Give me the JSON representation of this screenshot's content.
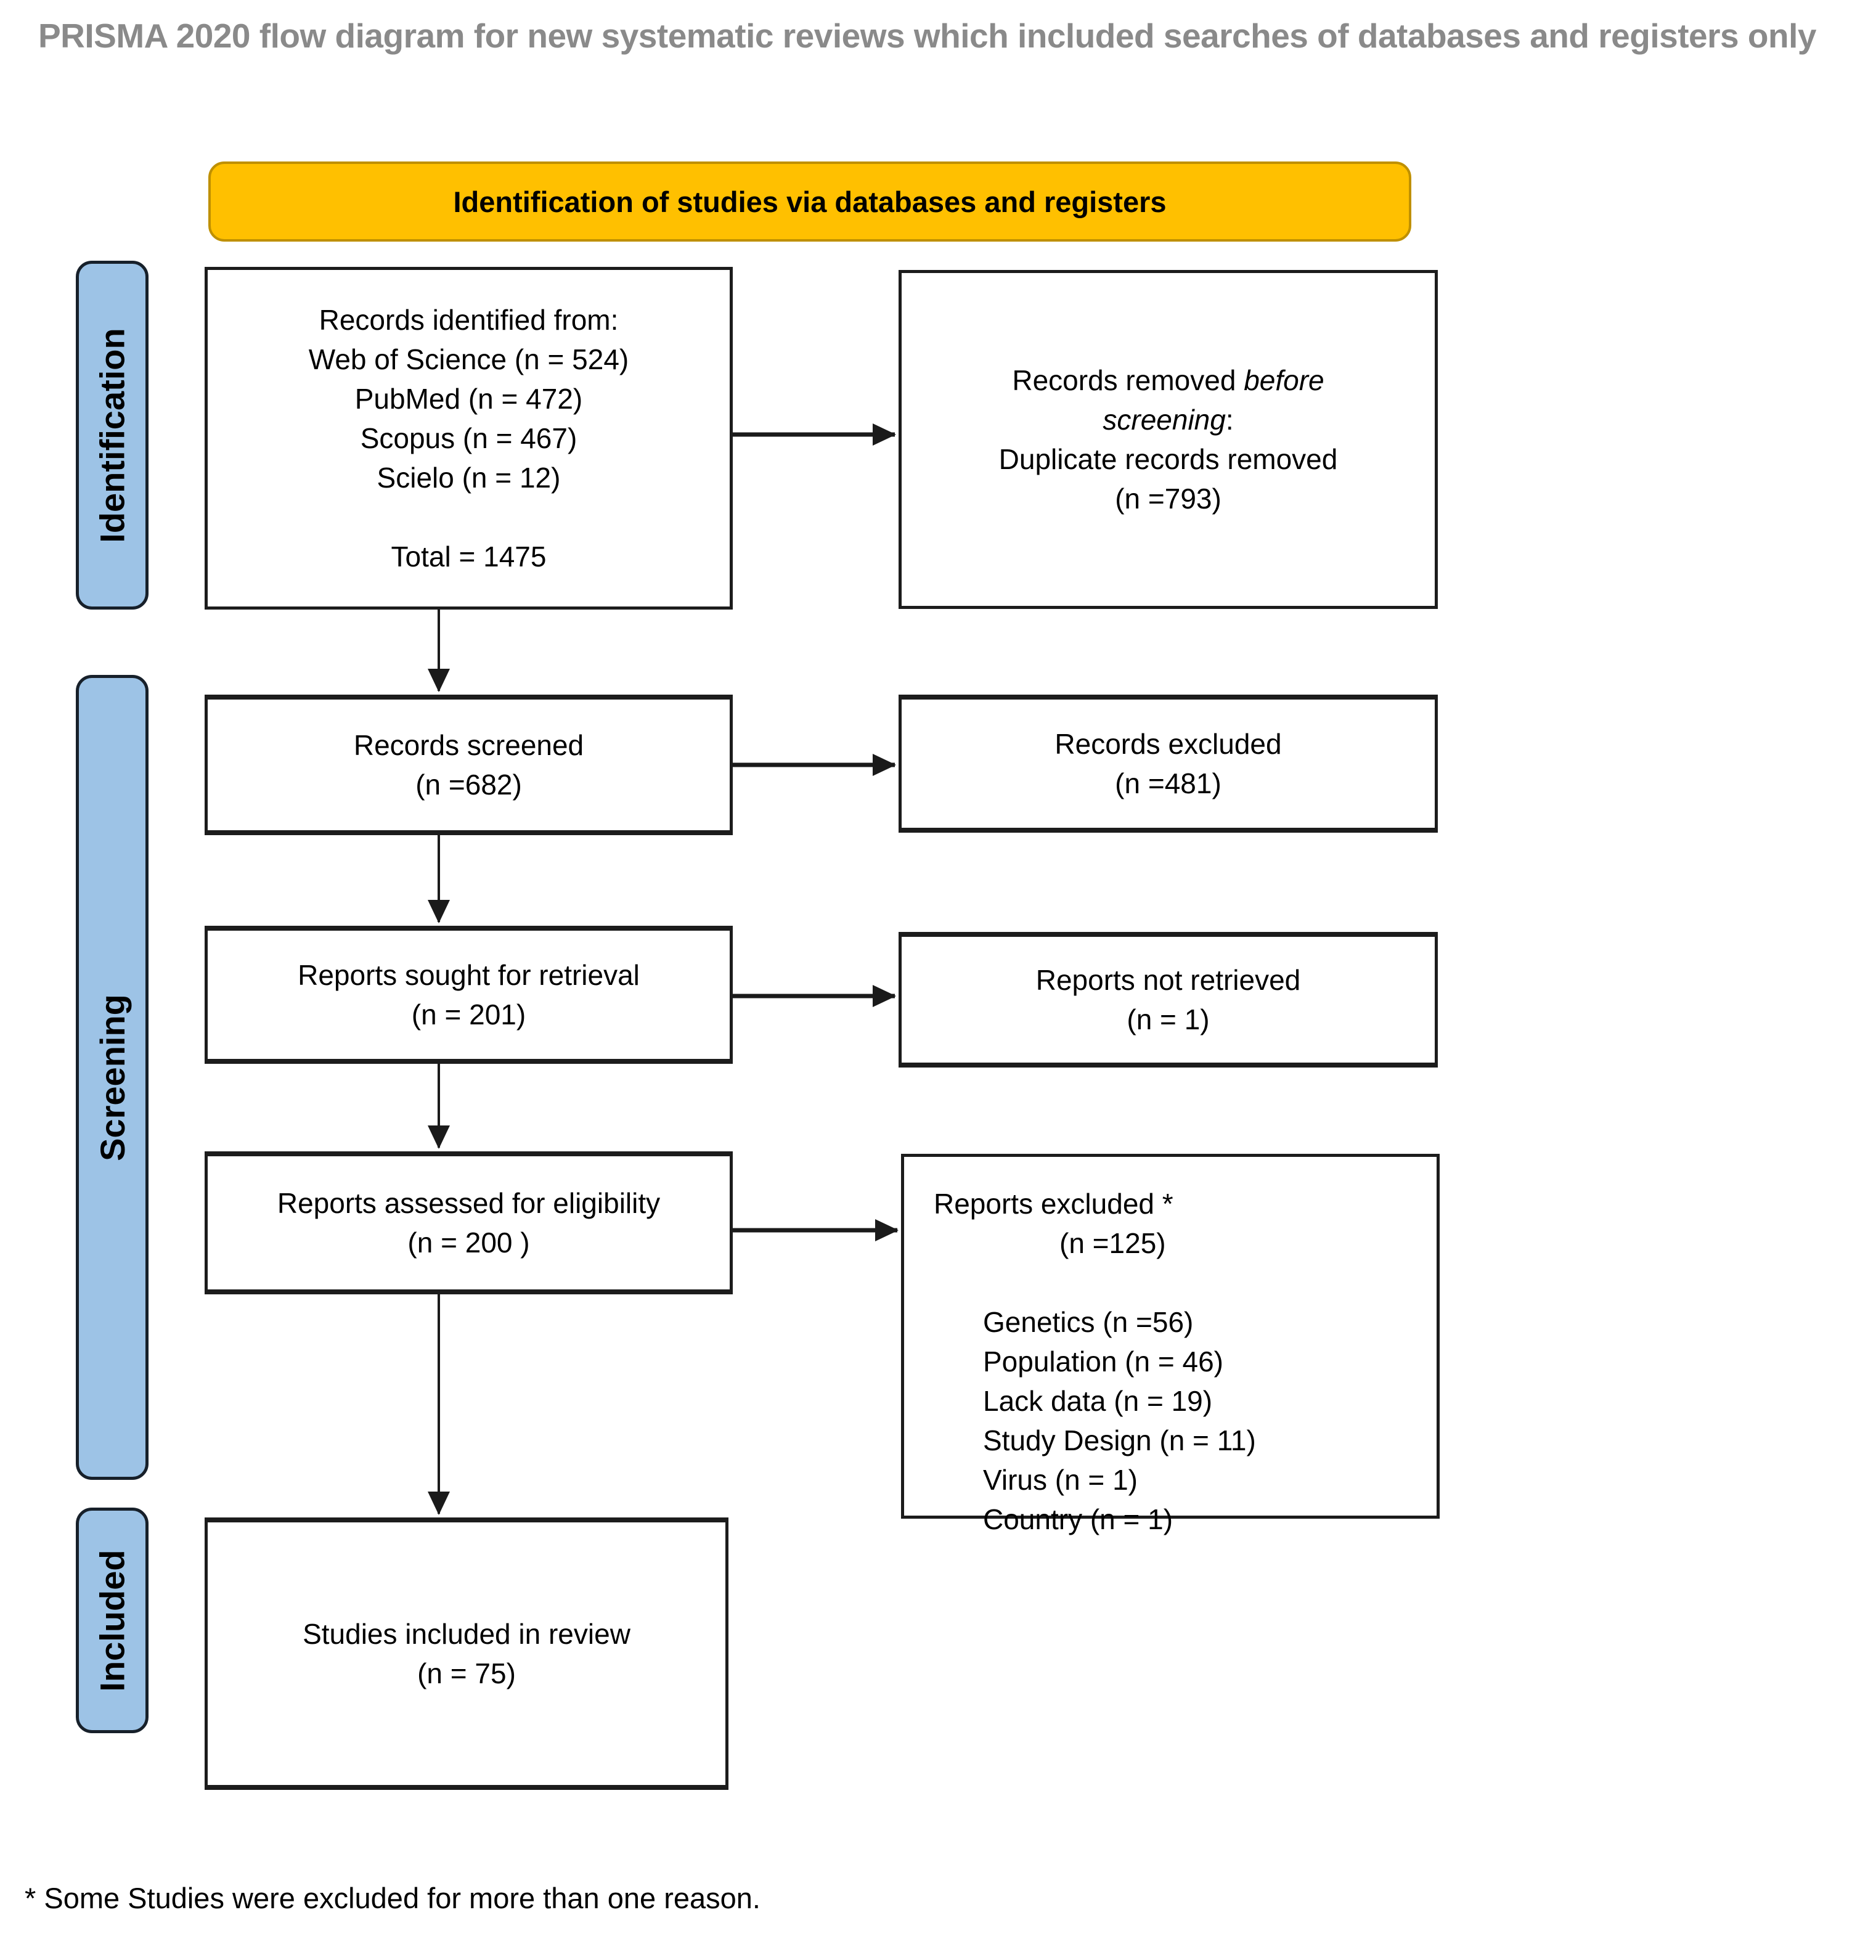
{
  "title": "PRISMA 2020 flow diagram for new systematic reviews which included searches of databases and registers only",
  "banner": {
    "label": "Identification of studies via databases and registers"
  },
  "stages": [
    {
      "label": "Identification"
    },
    {
      "label": "Screening"
    },
    {
      "label": "Included"
    }
  ],
  "boxes": {
    "identified": {
      "lines": [
        "Records identified from:",
        "Web of Science (n = 524)",
        "PubMed (n = 472)",
        "Scopus (n = 467)",
        "Scielo (n = 12)"
      ],
      "total": "Total = 1475"
    },
    "removed": {
      "l1_normal": "Records removed ",
      "l1_italic": "before",
      "l2_italic": "screening",
      "l2_suffix": ":",
      "l3": "Duplicate records removed",
      "l4": "(n =793)"
    },
    "screened": {
      "label": "Records screened",
      "count": "(n =682)"
    },
    "excluded": {
      "label": "Records excluded",
      "count": "(n =481)"
    },
    "sought": {
      "label": "Reports sought for retrieval",
      "count": "(n = 201)"
    },
    "not_retrieved": {
      "label": "Reports not retrieved",
      "count": "(n = 1)"
    },
    "assessed": {
      "label": "Reports assessed for eligibility",
      "count": "(n = 200 )"
    },
    "reports_excluded": {
      "label": "Reports excluded *",
      "count": "(n =125)",
      "reasons": [
        "Genetics (n =56)",
        "Population (n = 46)",
        "Lack data (n = 19)",
        "Study Design (n = 11)",
        "Virus (n = 1)",
        "Country (n = 1)"
      ]
    },
    "included_studies": {
      "label": "Studies included in review",
      "count": "(n = 75)"
    }
  },
  "footnote": "* Some Studies were excluded for more than one reason.",
  "colors": {
    "banner_bg": "#FFC000",
    "banner_border": "#BF9000",
    "stage_bg": "#9DC3E6",
    "stage_border": "#17202A",
    "box_border": "#1C1C1C",
    "arrow": "#1A1A1A",
    "title_gray": "#8A8A8A"
  }
}
